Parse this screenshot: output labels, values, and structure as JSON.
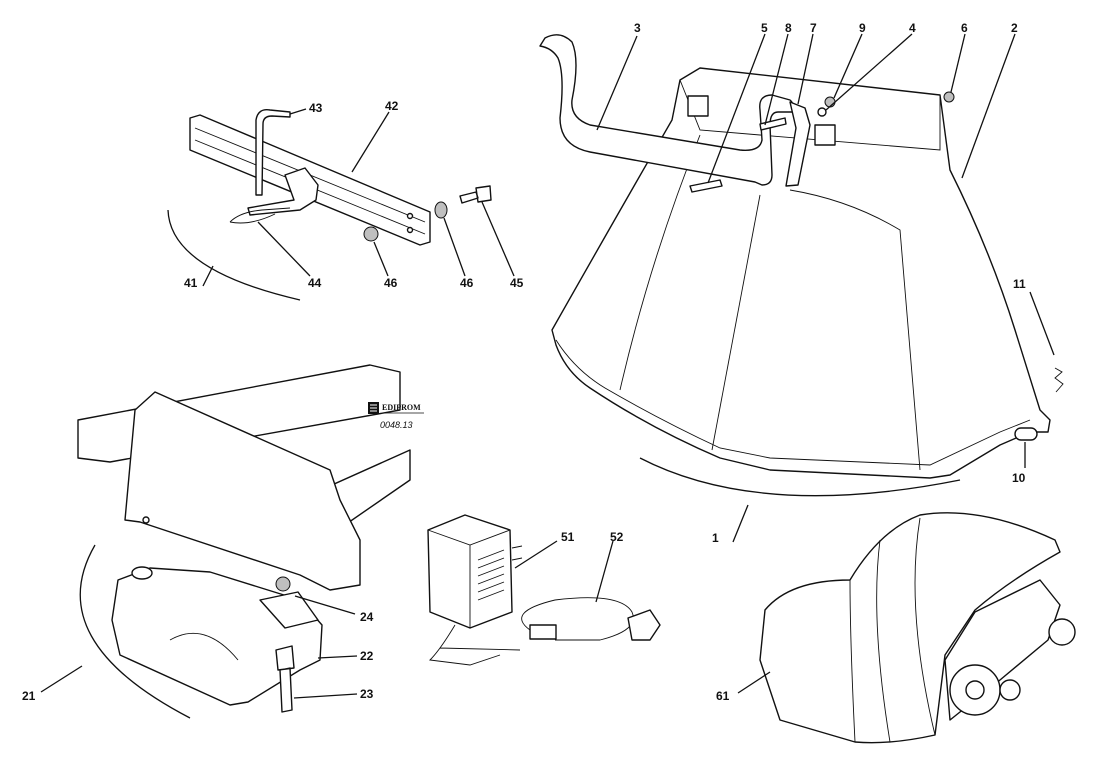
{
  "brand": {
    "name": "EDIPROM",
    "drawing_code": "0048.13"
  },
  "callouts": {
    "c1": "1",
    "c2": "2",
    "c3": "3",
    "c4": "4",
    "c5": "5",
    "c6": "6",
    "c7": "7",
    "c8": "8",
    "c9": "9",
    "c10": "10",
    "c11": "11",
    "c21": "21",
    "c22": "22",
    "c23": "23",
    "c24": "24",
    "c41": "41",
    "c42": "42",
    "c43": "43",
    "c44": "44",
    "c45": "45",
    "c46a": "46",
    "c46b": "46",
    "c51": "51",
    "c52": "52",
    "c61": "61"
  }
}
